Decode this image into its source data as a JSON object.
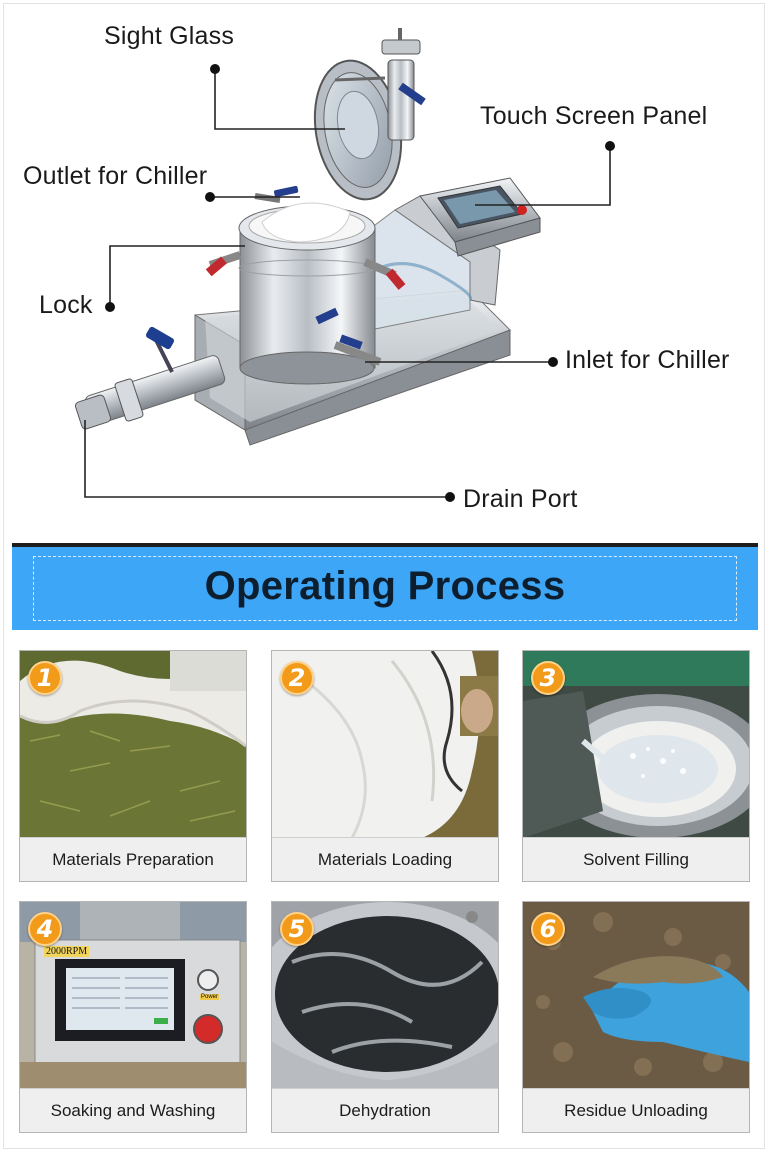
{
  "diagram": {
    "callouts": {
      "sight_glass": "Sight Glass",
      "touch_screen_panel": "Touch Screen Panel",
      "outlet_for_chiller": "Outlet for Chiller",
      "lock": "Lock",
      "inlet_for_chiller": "Inlet for Chiller",
      "drain_port": "Drain Port"
    }
  },
  "banner": {
    "title": "Operating Process",
    "color": "#3ea6f6"
  },
  "steps": [
    {
      "number": "1",
      "label": "Materials Preparation"
    },
    {
      "number": "2",
      "label": "Materials Loading"
    },
    {
      "number": "3",
      "label": "Solvent Filling"
    },
    {
      "number": "4",
      "label": "Soaking and Washing",
      "panel_text": "2000RPM",
      "button_text": "Power"
    },
    {
      "number": "5",
      "label": "Dehydration"
    },
    {
      "number": "6",
      "label": "Residue Unloading"
    }
  ],
  "colors": {
    "badge": "#f29a1a",
    "caption_bg": "#efefef",
    "banner_border": "#1d1d1d"
  }
}
